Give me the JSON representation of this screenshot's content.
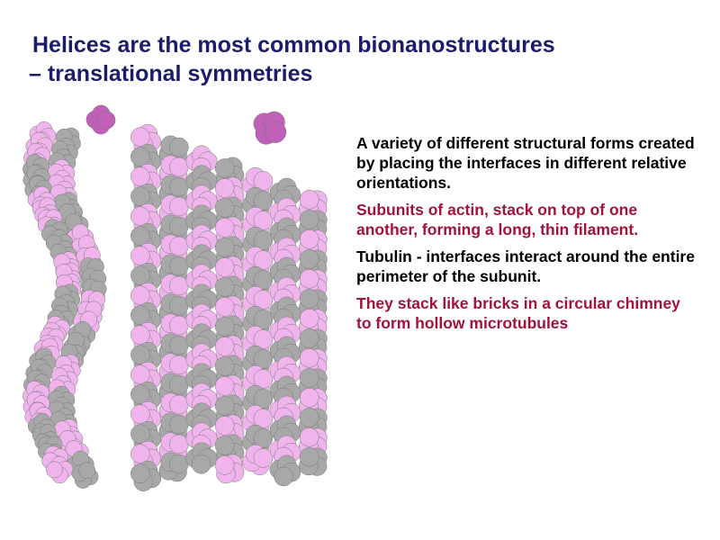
{
  "slide": {
    "title_line1": "Helices are the most common bionanostructures",
    "title_line2": "– translational symmetries",
    "paragraphs": [
      {
        "text": "A variety of different structural forms created by placing the interfaces in different relative orientations.",
        "color": "#000000"
      },
      {
        "text": "Subunits of actin, stack on top of one another, forming a long, thin filament.",
        "color": "#a3123a"
      },
      {
        "text": "Tubulin - interfaces interact around the entire perimeter of the subunit.",
        "color": "#000000"
      },
      {
        "text": "They stack like bricks in a circular chimney to form hollow microtubules",
        "color": "#a3123a"
      }
    ]
  },
  "colors": {
    "title": "#1c1c6c",
    "pink": "#f0b4ec",
    "gray": "#a8a8a8",
    "subunit": "#c060b8"
  }
}
